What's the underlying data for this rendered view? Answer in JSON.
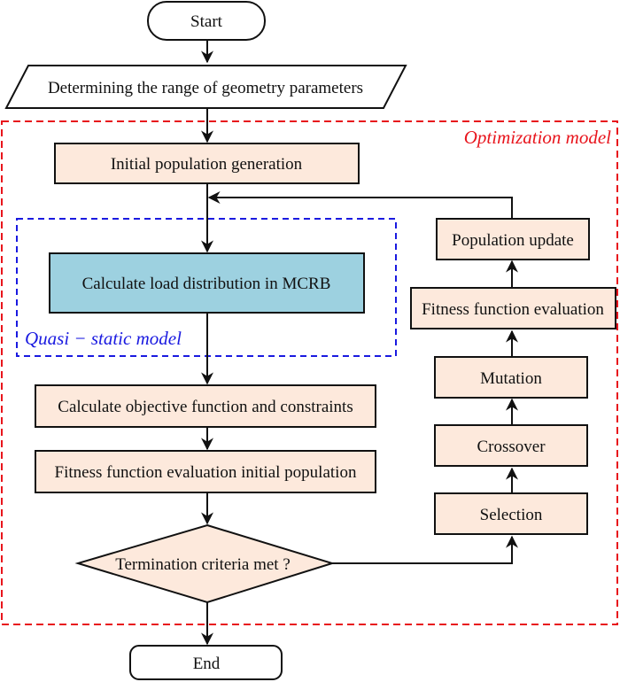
{
  "colors": {
    "process_fill": "#fde9dc",
    "highlight_fill": "#9dd1e0",
    "terminal_fill": "#ffffff",
    "optimization_border": "#e8141c",
    "quasi_static_border": "#1a1ae0"
  },
  "groups": {
    "optimization_model": "Optimization model",
    "quasi_static_model": "Quasi − static model"
  },
  "nodes": {
    "start": "Start",
    "range": "Determining the range of geometry parameters",
    "initial_population": "Initial population generation",
    "load_distribution": "Calculate load distribution in MCRB",
    "objective": "Calculate objective function and constraints",
    "fitness_initial": "Fitness function evaluation initial population",
    "termination": "Termination criteria met ?",
    "end": "End",
    "selection": "Selection",
    "crossover": "Crossover",
    "mutation": "Mutation",
    "fitness_eval": "Fitness function evaluation",
    "population_update": "Population update"
  }
}
